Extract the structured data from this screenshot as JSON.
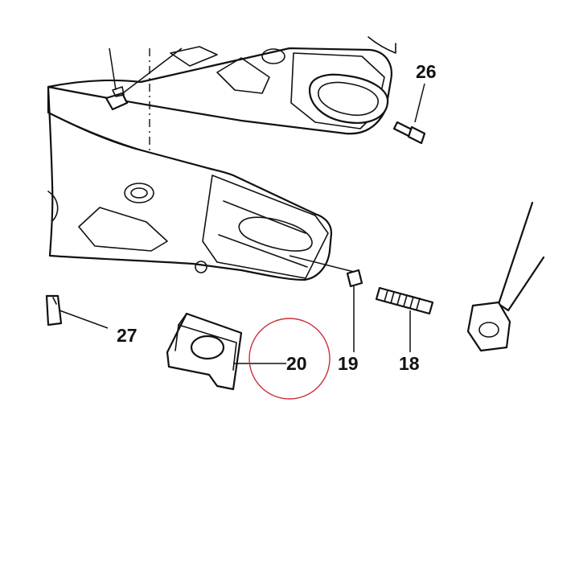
{
  "diagram": {
    "callouts": {
      "c26": "26",
      "c27": "27",
      "c20": "20",
      "c19": "19",
      "c18": "18"
    },
    "highlighted_callout": "20",
    "colors": {
      "line": "#111111",
      "highlight": "#c9303a",
      "background": "#ffffff"
    }
  }
}
